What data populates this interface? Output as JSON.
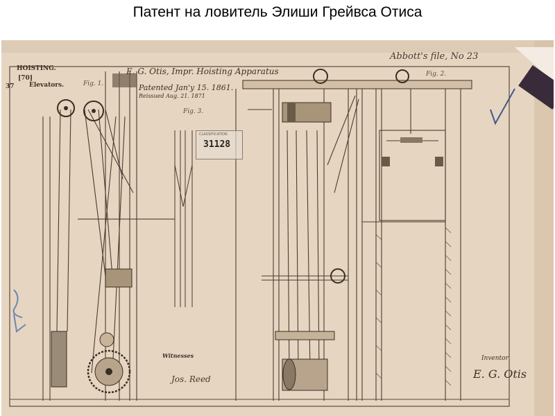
{
  "slide": {
    "title": "Патент на ловитель Элиши Грейвса Отиса"
  },
  "patent": {
    "header_title": "E. G. Otis, Impr. Hoisting Apparatus",
    "patented": "Patented Jan'y 15. 1861.",
    "reissue": "Reissued Aug. 21. 1871",
    "classification_top": "HOISTING.",
    "classification_bottom": "Elevators.",
    "class_number": "37",
    "subclass_number": "[70]",
    "stamp_header": "CLASSIFICATION",
    "stamp_number": "31128",
    "fig1": "Fig. 1.",
    "fig2": "Fig. 2.",
    "fig3": "Fig. 3.",
    "witnesses_label": "Witnesses",
    "inventor_label": "Inventor",
    "inventor_signature": "E. G. Otis",
    "witness_signature": "Jos. Reed",
    "corner_note": "Abbott's file, No 23"
  },
  "colors": {
    "paper": "#e8d8c4",
    "ink": "#3c2f24",
    "background": "#ffffff"
  }
}
